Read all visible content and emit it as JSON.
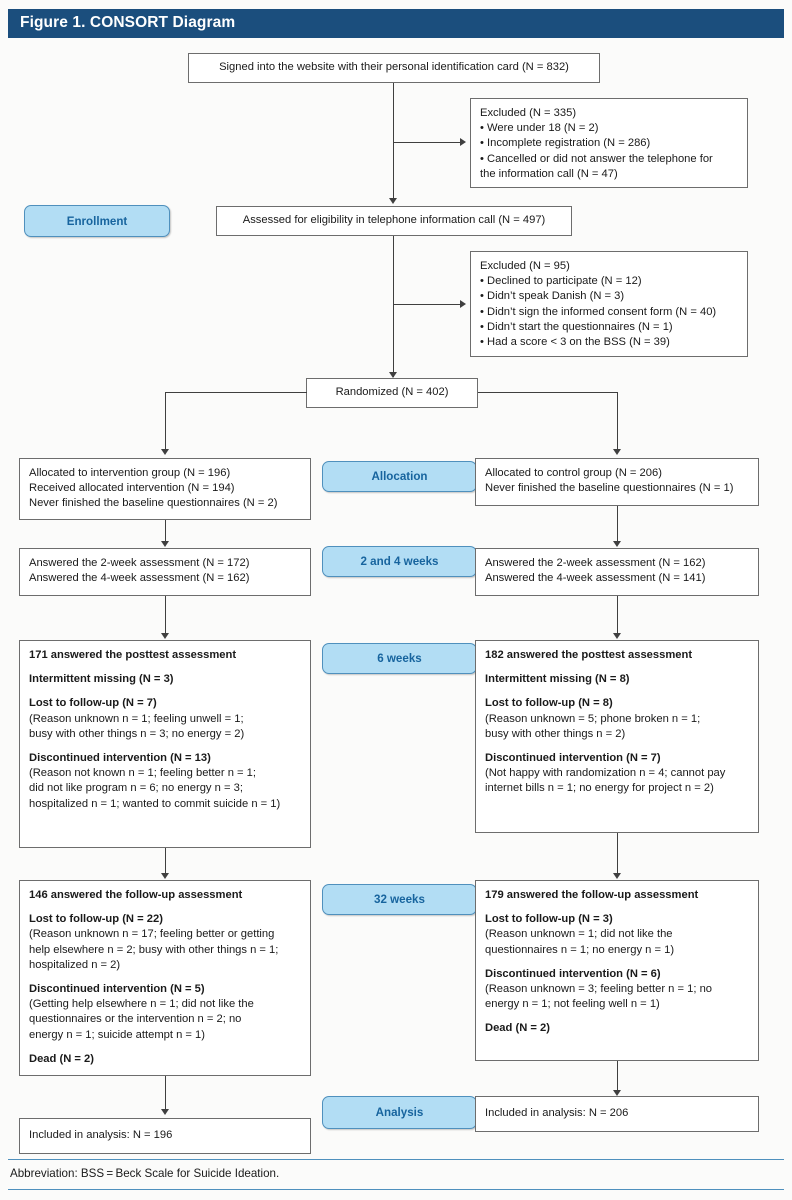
{
  "header": {
    "title": "Figure 1. CONSORT Diagram",
    "bar_color": "#1b4e7d"
  },
  "stage_labels": {
    "enrollment": "Enrollment",
    "allocation": "Allocation",
    "weeks_2_4": "2 and 4 weeks",
    "weeks_6": "6 weeks",
    "weeks_32": "32 weeks",
    "analysis": "Analysis",
    "pill_fill": "#b2ddf4",
    "pill_border": "#4f90bd",
    "pill_text_color": "#17649e"
  },
  "flow": {
    "signed_in": "Signed into the website with their personal identification card (N = 832)",
    "excluded_1": {
      "title": "Excluded (N = 335)",
      "items": [
        "• Were under 18 (N = 2)",
        "• Incomplete registration (N = 286)",
        "• Cancelled or did not answer the telephone for",
        "the information call (N = 47)"
      ]
    },
    "assessed": "Assessed for eligibility in telephone information call (N = 497)",
    "excluded_2": {
      "title": "Excluded (N = 95)",
      "items": [
        "• Declined to participate (N = 12)",
        "• Didn’t speak Danish (N = 3)",
        "• Didn’t sign the informed consent form (N = 40)",
        "• Didn’t start the questionnaires (N = 1)",
        "• Had a score < 3 on the BSS (N = 39)"
      ]
    },
    "randomized": "Randomized (N = 402)"
  },
  "intervention_arm": {
    "allocation": [
      "Allocated to intervention group (N = 196)",
      "Received allocated intervention (N = 194)",
      "Never finished the baseline questionnaires (N = 2)"
    ],
    "weeks_2_4": [
      "Answered the 2-week assessment (N = 172)",
      "Answered the 4-week assessment (N = 162)"
    ],
    "weeks_6": {
      "heading": "171 answered the posttest assessment",
      "intermittent": "Intermittent missing (N = 3)",
      "lost_title": "Lost to follow-up (N = 7)",
      "lost_detail": [
        "(Reason unknown n = 1; feeling unwell = 1;",
        "busy with other things n = 3; no energy = 2)"
      ],
      "disc_title": "Discontinued intervention (N = 13)",
      "disc_detail": [
        "(Reason not known n = 1; feeling better n = 1;",
        "did not like program n =  6; no energy n = 3;",
        "hospitalized n = 1; wanted to commit suicide n = 1)"
      ]
    },
    "weeks_32": {
      "heading": "146 answered the follow-up assessment",
      "lost_title": "Lost to follow-up (N = 22)",
      "lost_detail": [
        "(Reason unknown n = 17; feeling better or getting",
        "help elsewhere n = 2; busy with other things n = 1;",
        "hospitalized n = 2)"
      ],
      "disc_title": "Discontinued intervention (N = 5)",
      "disc_detail": [
        "(Getting help elsewhere n = 1; did not like the",
        "questionnaires or the intervention n = 2; no",
        "energy n = 1; suicide attempt n = 1)"
      ],
      "dead": "Dead (N = 2)"
    },
    "analysis": "Included in analysis: N = 196"
  },
  "control_arm": {
    "allocation": [
      "Allocated to control group (N = 206)",
      "Never finished the baseline questionnaires (N = 1)"
    ],
    "weeks_2_4": [
      "Answered the 2-week assessment (N = 162)",
      "Answered the 4-week assessment (N = 141)"
    ],
    "weeks_6": {
      "heading": "182 answered the posttest assessment",
      "intermittent": "Intermittent missing (N = 8)",
      "lost_title": "Lost to follow-up (N = 8)",
      "lost_detail": [
        "(Reason unknown = 5; phone broken n = 1;",
        "busy with other things n = 2)"
      ],
      "disc_title": "Discontinued intervention (N = 7)",
      "disc_detail": [
        "(Not happy with randomization n = 4; cannot pay",
        " internet bills n = 1; no energy for project n = 2)"
      ]
    },
    "weeks_32": {
      "heading": "179 answered the follow-up assessment",
      "lost_title": "Lost to follow-up (N = 3)",
      "lost_detail": [
        "(Reason unknown = 1; did not like the",
        "questionnaires n = 1; no energy n = 1)"
      ],
      "disc_title": "Discontinued intervention (N = 6)",
      "disc_detail": [
        "(Reason unknown = 3; feeling better n = 1; no",
        "energy n = 1; not feeling well n = 1)"
      ],
      "dead": "Dead (N = 2)"
    },
    "analysis": "Included in analysis: N = 206"
  },
  "footer": {
    "abbreviation": "Abbreviation: BSS = Beck Scale for Suicide Ideation."
  }
}
